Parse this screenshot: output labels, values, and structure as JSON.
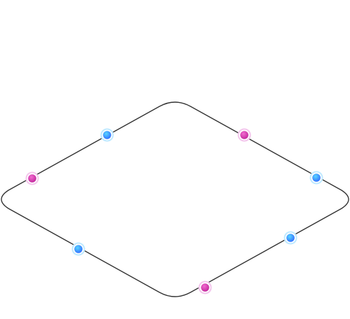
{
  "diagram": {
    "shape": "rounded-rhombus",
    "colors": {
      "background": "#ffffff",
      "outline": "#333333",
      "magenta_dot": [
        "#f26bd0",
        "#c0249a"
      ],
      "magenta_halo": "#f3c6ec",
      "blue_dot": [
        "#59d7ff",
        "#2f6bff"
      ],
      "blue_halo": "#bfe9ff"
    },
    "nodes": [
      {
        "kind": "magenta",
        "icon": "magenta-dot-icon"
      },
      {
        "kind": "blue",
        "icon": "blue-dot-icon"
      },
      {
        "kind": "magenta",
        "icon": "magenta-dot-icon"
      },
      {
        "kind": "blue",
        "icon": "blue-dot-icon"
      },
      {
        "kind": "blue",
        "icon": "blue-dot-icon"
      },
      {
        "kind": "magenta",
        "icon": "magenta-dot-icon"
      },
      {
        "kind": "blue",
        "icon": "blue-dot-icon"
      }
    ]
  }
}
